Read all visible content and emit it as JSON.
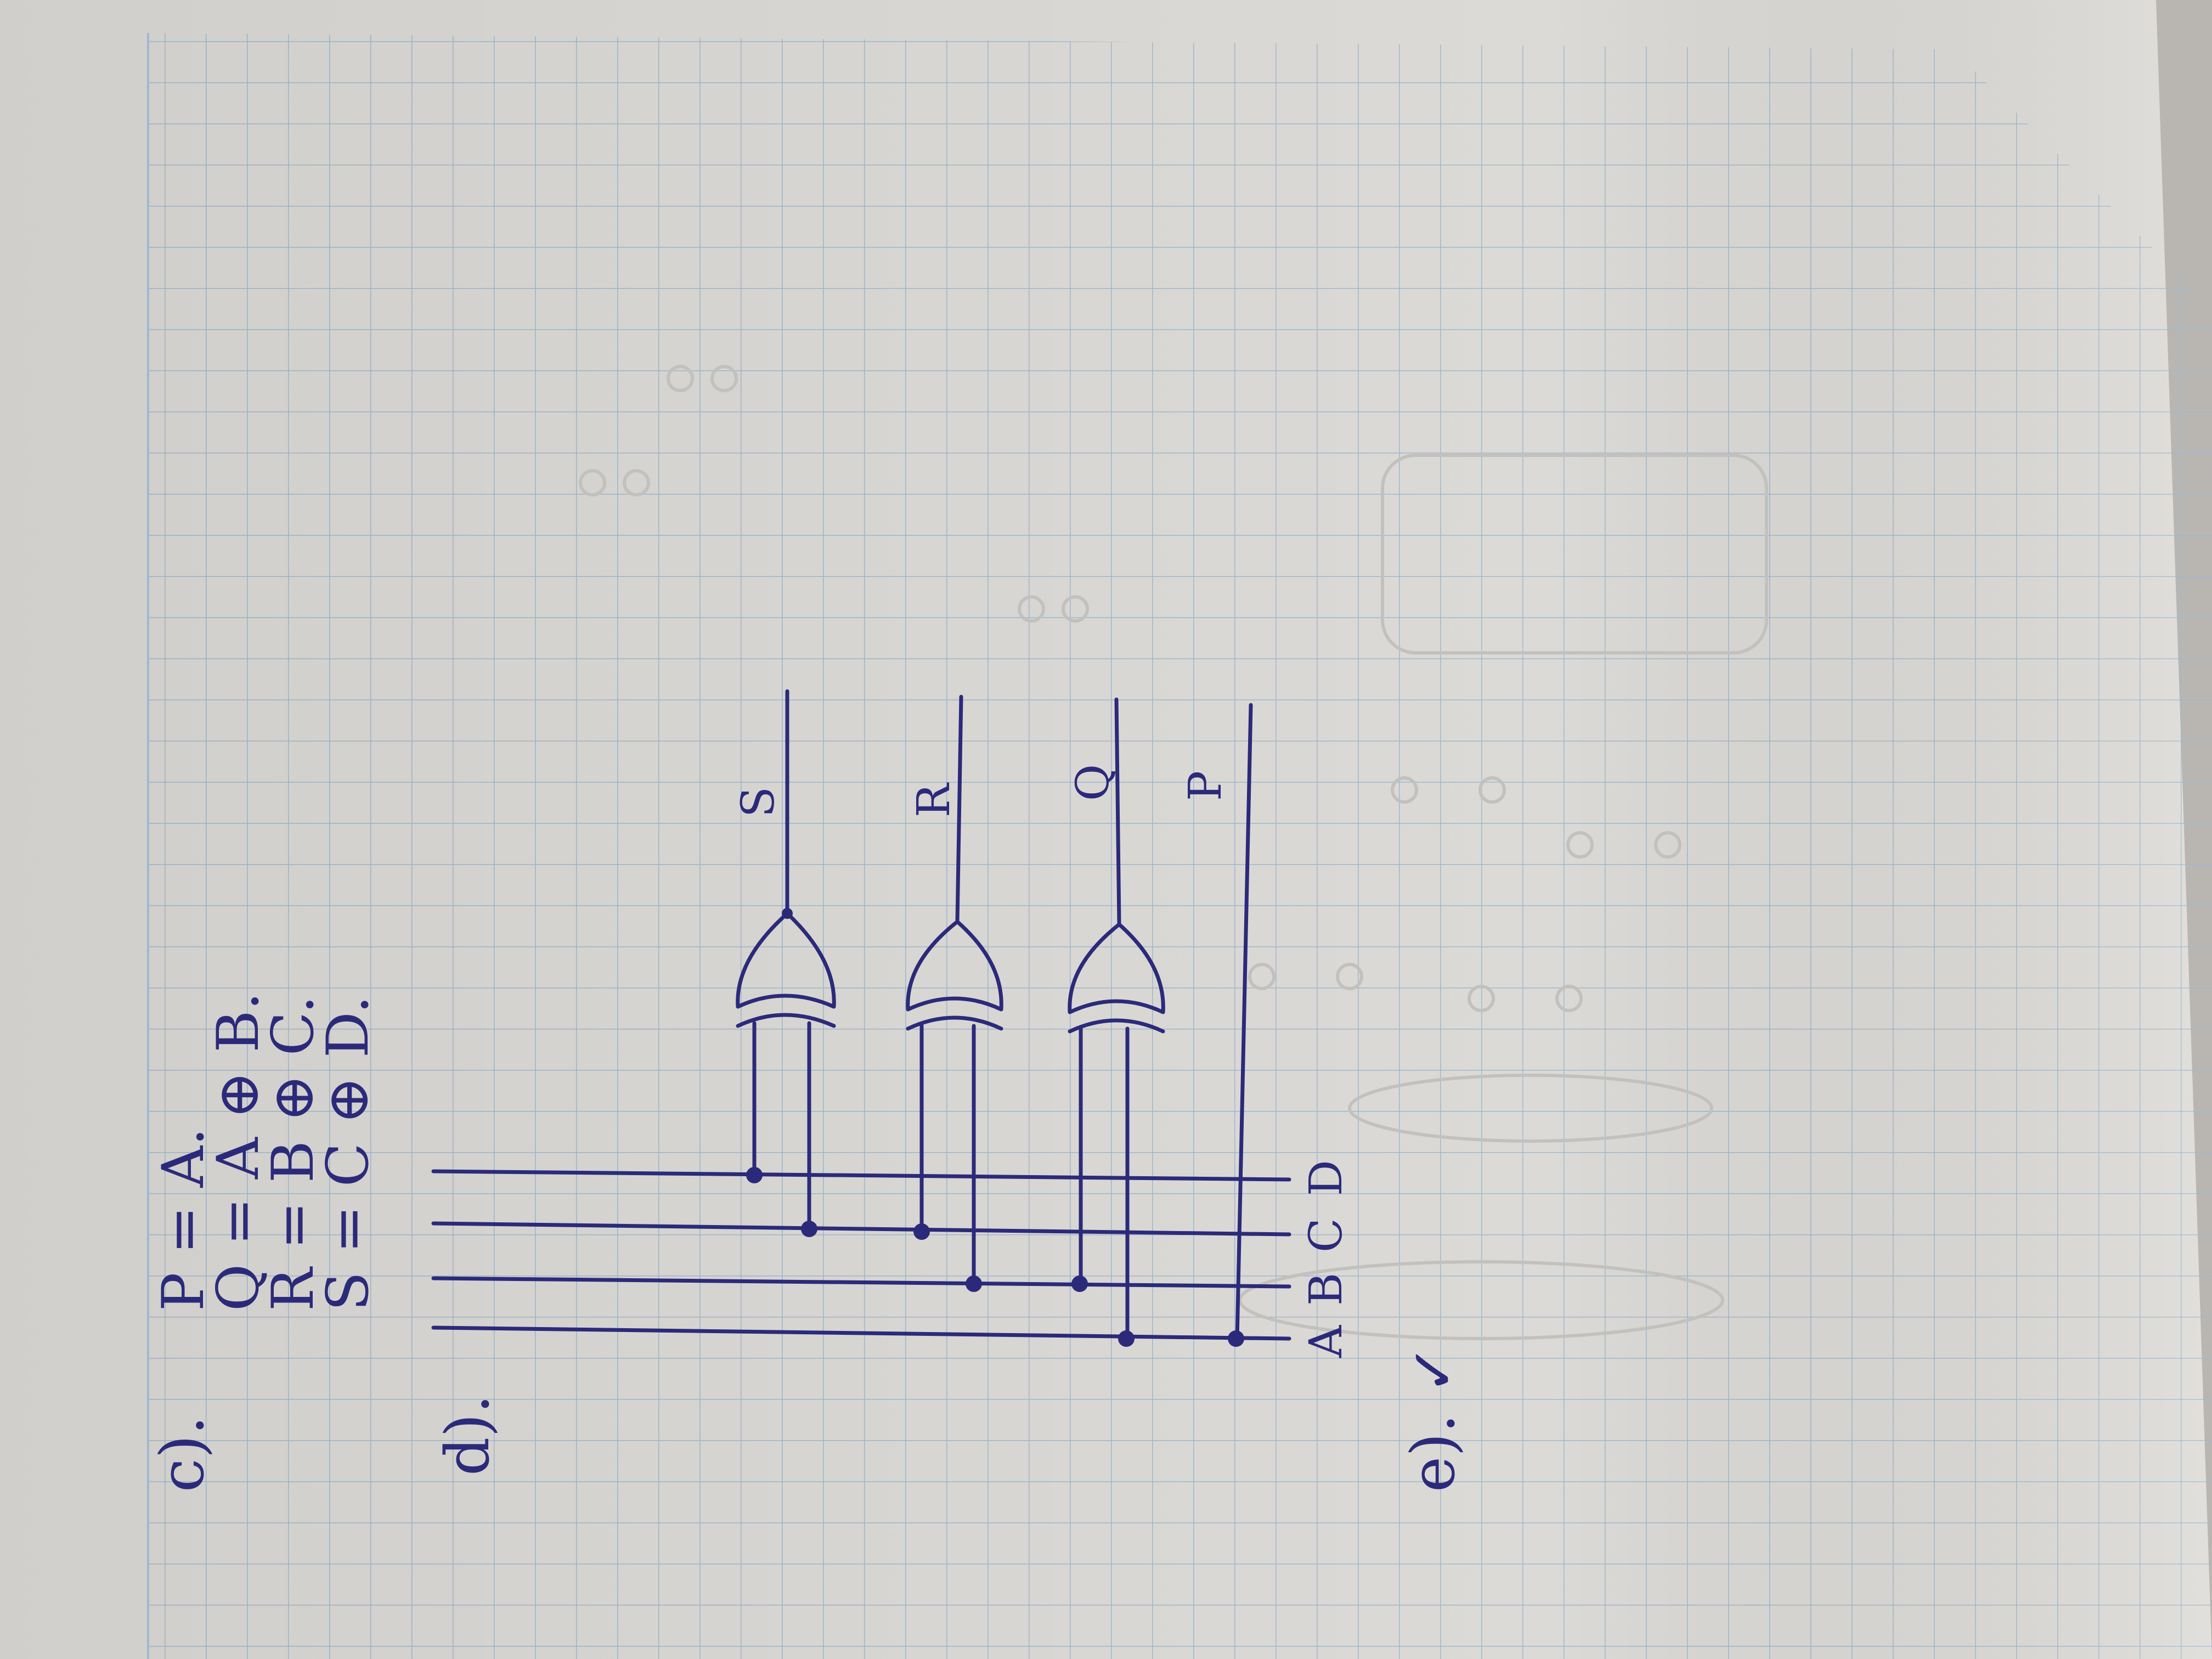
{
  "colors": {
    "paper": "#dcdad6",
    "grid": "#9fb9cf",
    "ink": "#2b2a7a",
    "ghost": "#c9c7c3"
  },
  "part_c": {
    "label": "c).",
    "equations": [
      "P = A.",
      "Q = A ⊕ B.",
      "R = B ⊕ C.",
      "S = C ⊕ D."
    ]
  },
  "part_d": {
    "label": "d).",
    "inputs": [
      "A",
      "B",
      "C",
      "D"
    ],
    "outputs": [
      "S",
      "R",
      "Q",
      "P"
    ]
  },
  "part_e": {
    "label": "e). ✓"
  }
}
